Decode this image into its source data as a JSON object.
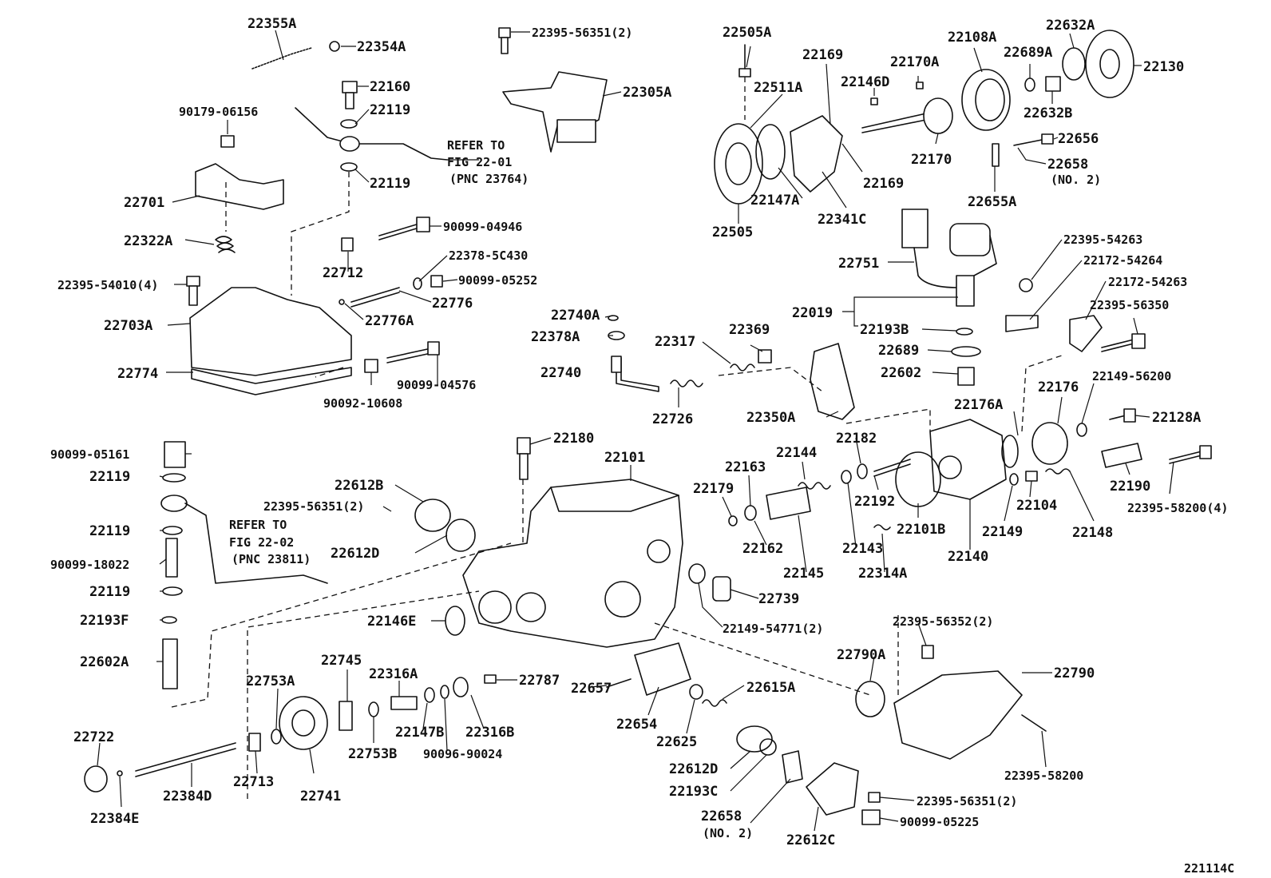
{
  "diagram_id": "221114C",
  "labels": {
    "p22355A": "22355A",
    "p22354A": "22354A",
    "p22160": "22160",
    "p22119a": "22119",
    "p90179": "90179-06156",
    "p22119b": "22119",
    "p22701": "22701",
    "p22322A": "22322A",
    "p22395_54010": "22395-54010(4)",
    "p22712": "22712",
    "p22703A": "22703A",
    "p22774": "22774",
    "p90099_04946": "90099-04946",
    "p22378_5C430": "22378-5C430",
    "p90099_05252": "90099-05252",
    "p22776": "22776",
    "p22776A": "22776A",
    "p90099_04576": "90099-04576",
    "p90092_10608": "90092-10608",
    "p22395_56351a": "22395-56351(2)",
    "p22305A": "22305A",
    "refer1": "REFER TO",
    "refer1b": "FIG 22-01",
    "refer1c": "(PNC 23764)",
    "p22505A": "22505A",
    "p22169a": "22169",
    "p22170A": "22170A",
    "p22108A": "22108A",
    "p22689A": "22689A",
    "p22632A": "22632A",
    "p22130": "22130",
    "p22511A": "22511A",
    "p22146D": "22146D",
    "p22632B": "22632B",
    "p22656": "22656",
    "p22658a": "22658",
    "p22658a_no": "(NO. 2)",
    "p22170": "22170",
    "p22169b": "22169",
    "p22147A": "22147A",
    "p22505": "22505",
    "p22341C": "22341C",
    "p22655A": "22655A",
    "p22751": "22751",
    "p22019": "22019",
    "p22193B": "22193B",
    "p22395_54263": "22395-54263",
    "p22172_54264": "22172-54264",
    "p22172_54263": "22172-54263",
    "p22395_56350": "22395-56350",
    "p22689": "22689",
    "p22602": "22602",
    "p22740A": "22740A",
    "p22378A": "22378A",
    "p22740": "22740",
    "p22317": "22317",
    "p22369": "22369",
    "p22726": "22726",
    "p22350A": "22350A",
    "p22176A": "22176A",
    "p22176": "22176",
    "p22149_56200": "22149-56200",
    "p22128A": "22128A",
    "p90099_05161": "90099-05161",
    "p22119c": "22119",
    "p22119d": "22119",
    "p90099_18022": "90099-18022",
    "p22119e": "22119",
    "refer2": "REFER TO",
    "refer2b": "FIG 22-02",
    "refer2c": "(PNC 23811)",
    "p22193F": "22193F",
    "p22602A": "22602A",
    "p22180": "22180",
    "p22101": "22101",
    "p22612B": "22612B",
    "p22395_56351b": "22395-56351(2)",
    "p22612Da": "22612D",
    "p22182": "22182",
    "p22163": "22163",
    "p22144": "22144",
    "p22179": "22179",
    "p22192": "22192",
    "p22101B": "22101B",
    "p22104": "22104",
    "p22149": "22149",
    "p22148": "22148",
    "p22190": "22190",
    "p22395_58200_4": "22395-58200(4)",
    "p22162": "22162",
    "p22143": "22143",
    "p22145": "22145",
    "p22314A": "22314A",
    "p22140": "22140",
    "p22739": "22739",
    "p22149_54771": "22149-54771(2)",
    "p22146E": "22146E",
    "p22395_56352": "22395-56352(2)",
    "p22790A": "22790A",
    "p22790": "22790",
    "p22745": "22745",
    "p22753A": "22753A",
    "p22316A": "22316A",
    "p22787": "22787",
    "p22657": "22657",
    "p22615A": "22615A",
    "p22654": "22654",
    "p22625": "22625",
    "p22722": "22722",
    "p22147B": "22147B",
    "p22316B": "22316B",
    "p22753B": "22753B",
    "p90096_90024": "90096-90024",
    "p22395_58200": "22395-58200",
    "p22612Db": "22612D",
    "p22193C": "22193C",
    "p22395_56351c": "22395-56351(2)",
    "p22658b": "22658",
    "p22658b_no": "(NO. 2)",
    "p90099_05225": "90099-05225",
    "p22384D": "22384D",
    "p22713": "22713",
    "p22741": "22741",
    "p22384E": "22384E",
    "p22612C": "22612C"
  }
}
